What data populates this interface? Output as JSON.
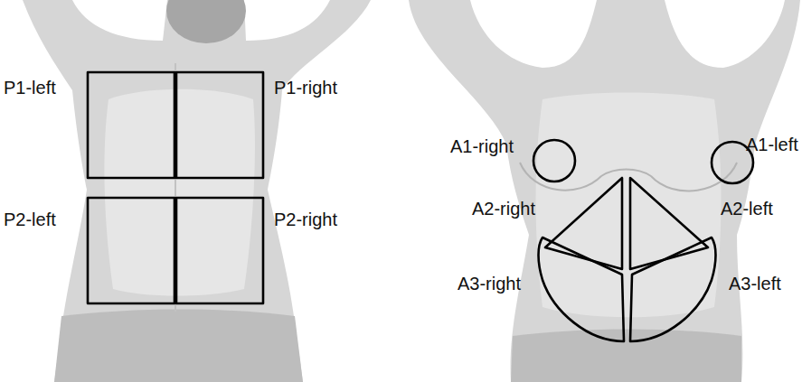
{
  "diagram": {
    "nodes": [
      {
        "text": [
          "P1-left"
        ]
      },
      {
        "text": [
          "P1-right"
        ]
      },
      {
        "text": [
          "P2-left"
        ]
      },
      {
        "text": [
          "P2-right"
        ]
      },
      {
        "text": [
          "A1-right"
        ]
      },
      {
        "text": [
          "A1-left"
        ]
      },
      {
        "text": [
          "A2-right"
        ]
      },
      {
        "text": [
          "A2-left"
        ]
      },
      {
        "text": [
          "A3-right"
        ]
      },
      {
        "text": [
          "A3-left"
        ]
      }
    ]
  }
}
